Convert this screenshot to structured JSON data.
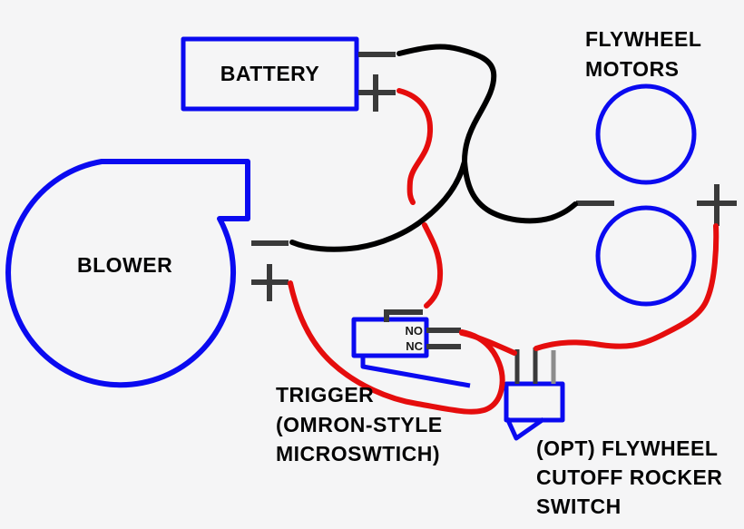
{
  "diagram": {
    "background": "#f5f5f6",
    "colors": {
      "component_outline": "#0a0af0",
      "wire_positive": "#e50d0d",
      "wire_negative": "#000000",
      "terminal": "#3a3a3a",
      "prong_inactive": "#8c8c8c",
      "text": "#050505"
    },
    "battery": {
      "label": "BATTERY"
    },
    "flywheel_motors": {
      "label_line1": "FLYWHEEL",
      "label_line2": "MOTORS"
    },
    "blower": {
      "label": "BLOWER"
    },
    "trigger": {
      "label_line1": "TRIGGER",
      "label_line2": "(OMRON-STYLE",
      "label_line3": "MICROSWTICH)",
      "terminal_no": "NO",
      "terminal_nc": "NC"
    },
    "rocker": {
      "label_line1": "(OPT) FLYWHEEL",
      "label_line2": "CUTOFF ROCKER",
      "label_line3": "SWITCH"
    }
  }
}
